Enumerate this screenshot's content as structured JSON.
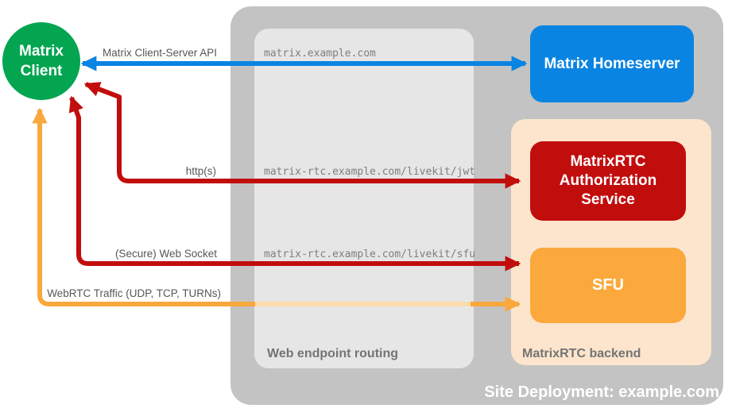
{
  "colors": {
    "green": "#03A550",
    "blue": "#0A84E2",
    "red": "#C20D0D",
    "orange": "#F9A83C",
    "orange_faded": "#FBDCAE",
    "sfu_orange": "#FBA93D",
    "peach": "#FCE5CC",
    "site_gray": "#C3C3C3",
    "routing_gray": "#E6E6E6",
    "route_label_gray": "#575757",
    "endpoint_gray": "#7E7E7E",
    "container_label_gray": "#747474"
  },
  "nodes": {
    "client": {
      "label": "Matrix Client"
    },
    "homeserver": {
      "label": "Matrix Homeserver"
    },
    "auth": {
      "label": "MatrixRTC Authorization Service"
    },
    "sfu": {
      "label": "SFU"
    }
  },
  "containers": {
    "site": {
      "label": "Site Deployment: example.com"
    },
    "routing": {
      "label": "Web endpoint routing"
    },
    "backend": {
      "label": "MatrixRTC backend"
    }
  },
  "routes": {
    "client_server_api": {
      "label": "Matrix Client-Server API",
      "endpoint": "matrix.example.com"
    },
    "https": {
      "label": "http(s)",
      "endpoint": "matrix-rtc.example.com/livekit/jwt"
    },
    "websocket": {
      "label": "(Secure) Web Socket",
      "endpoint": "matrix-rtc.example.com/livekit/sfu"
    },
    "webrtc": {
      "label": "WebRTC Traffic (UDP, TCP, TURNs)"
    }
  }
}
